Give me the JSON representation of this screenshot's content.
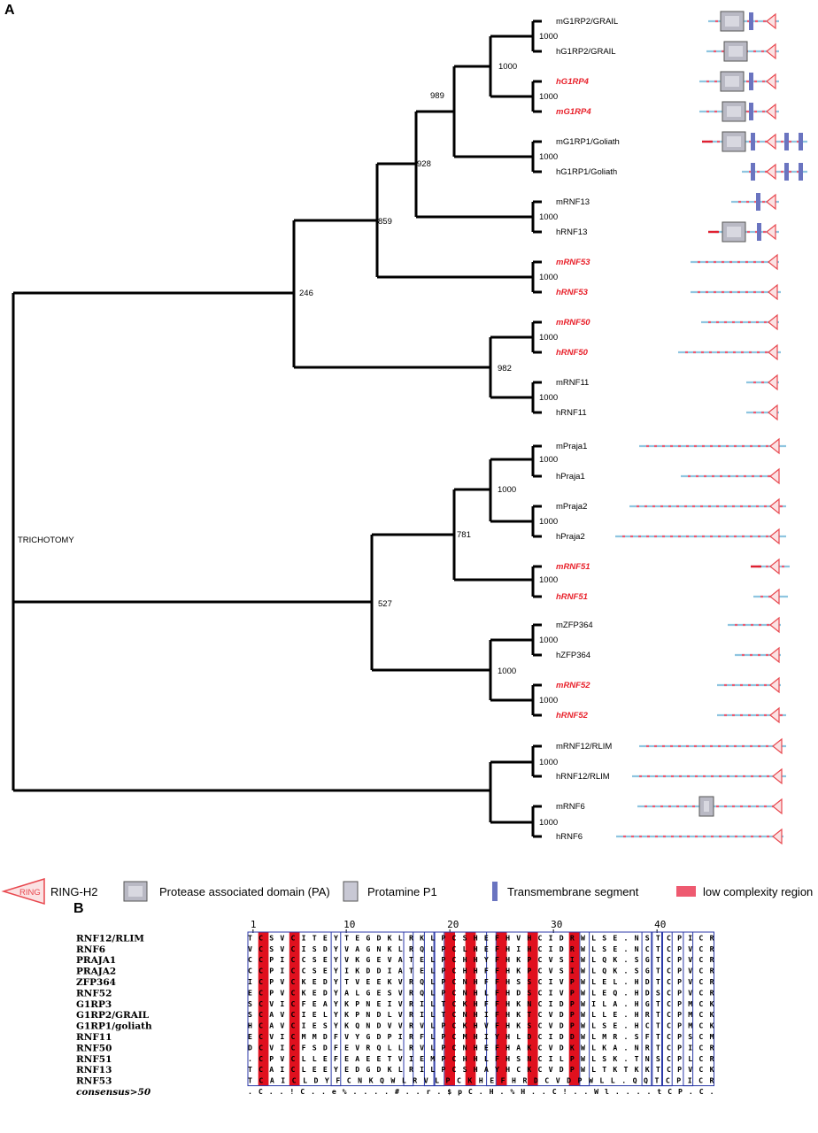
{
  "panels": {
    "a": "A",
    "b": "B"
  },
  "tree": {
    "trichotomy": "TRICHOTOMY",
    "leaves": [
      {
        "label": "mG1RP2/GRAIL",
        "highlight": false
      },
      {
        "label": "hG1RP2/GRAIL",
        "highlight": false
      },
      {
        "label": "hG1RP4",
        "highlight": true
      },
      {
        "label": "mG1RP4",
        "highlight": true
      },
      {
        "label": "mG1RP1/Goliath",
        "highlight": false
      },
      {
        "label": "hG1RP1/Goliath",
        "highlight": false
      },
      {
        "label": "mRNF13",
        "highlight": false
      },
      {
        "label": "hRNF13",
        "highlight": false
      },
      {
        "label": "mRNF53",
        "highlight": true
      },
      {
        "label": "hRNF53",
        "highlight": true
      },
      {
        "label": "mRNF50",
        "highlight": true
      },
      {
        "label": "hRNF50",
        "highlight": true
      },
      {
        "label": "mRNF11",
        "highlight": false
      },
      {
        "label": "hRNF11",
        "highlight": false
      },
      {
        "label": "mPraja1",
        "highlight": false
      },
      {
        "label": "hPraja1",
        "highlight": false
      },
      {
        "label": "mPraja2",
        "highlight": false
      },
      {
        "label": "hPraja2",
        "highlight": false
      },
      {
        "label": "mRNF51",
        "highlight": true
      },
      {
        "label": "hRNF51",
        "highlight": true
      },
      {
        "label": "mZFP364",
        "highlight": false
      },
      {
        "label": "hZFP364",
        "highlight": false
      },
      {
        "label": "mRNF52",
        "highlight": true
      },
      {
        "label": "hRNF52",
        "highlight": true
      },
      {
        "label": "mRNF12/RLIM",
        "highlight": false
      },
      {
        "label": "hRNF12/RLIM",
        "highlight": false
      },
      {
        "label": "mRNF6",
        "highlight": false
      },
      {
        "label": "hRNF6",
        "highlight": false
      }
    ],
    "bootstrap": [
      "1000",
      "1000",
      "1000",
      "989",
      "1000",
      "928",
      "1000",
      "859",
      "1000",
      "246",
      "1000",
      "1000",
      "982",
      "1000",
      "1000",
      "1000",
      "781",
      "1000",
      "1000",
      "1000",
      "527",
      "1000",
      "1000",
      "1000"
    ],
    "colors": {
      "highlight": "#e8202a",
      "branch": "#000000"
    }
  },
  "legend": {
    "ring_badge": "RING",
    "items": [
      {
        "label": "RING-H2"
      },
      {
        "label": "Protease associated domain (PA)"
      },
      {
        "label": "Protamine P1"
      },
      {
        "label": "Transmembrane  segment"
      },
      {
        "label": "low complexity region"
      }
    ],
    "colors": {
      "ring": "#e8484f",
      "tm": "#6a74c0",
      "lowcomplexity": "#ee5a70",
      "line": "#8ec5e0",
      "pa": "#8a8a98"
    }
  },
  "alignment": {
    "ruler": [
      "1",
      "10",
      "20",
      "30",
      "40"
    ],
    "ruler_positions": [
      1,
      10,
      20,
      30,
      40
    ],
    "sequences": [
      {
        "name": "RNF12/RLIM",
        "seq": "TCSVCITEYTEGDKLRKLPCSHEFHVHCIDRWLSE.NSTCPICR"
      },
      {
        "name": "RNF6",
        "seq": "VCSVCISDYVAGNKLRQLPCLHEFHIHCIDRWLSE.NCTCPVCR"
      },
      {
        "name": "PRAJA1",
        "seq": "CCPICCSEYVKGEVATELPCHHYFHKPCVSIWLQK.SGTCPVCR"
      },
      {
        "name": "PRAJA2",
        "seq": "CCPICCSEYIKDDIATELPCHHFFHKPCVSIWLQK.SGTCPVCR"
      },
      {
        "name": "ZFP364",
        "seq": "ICPVCKEDYTVEEKVRQLPCNHFFHSSCIVPWLEL.HDTCPVCR"
      },
      {
        "name": "RNF52",
        "seq": "ECPVCKEDYALGESVRQLPCNHLFHDSCIVPWLEQ.HDSCPVCR"
      },
      {
        "name": "G1RP3",
        "seq": "SCVICFEAYKPNEIVRILTCKHFFHKNCIDPWILA.HGTCPMCK"
      },
      {
        "name": "G1RP2/GRAIL",
        "seq": "SCAVCIELYKPNDLVRILTCNHIFHKTCVDPWLLE.HRTCPMCK"
      },
      {
        "name": "G1RP1/goliath",
        "seq": "HCAVCIESYKQNDVVRVLPCKHVFHKSCVDPWLSE.HCTCPMCK"
      },
      {
        "name": "RNF11",
        "seq": "ECVICMMDFVYGDPIRFLPCMHIYHLDCIDDWLMR.SFTCPSCM"
      },
      {
        "name": "RNF50",
        "seq": "DCVICFSDFEVRQLLRVLPCNHEFHAKCVDKWLKA.NRTCPICR"
      },
      {
        "name": "RNF51",
        "seq": ".CPVCLLEFEAEETVIEMPCHHLFHSNCILPWLSK.TNSCPLCR"
      },
      {
        "name": "RNF13",
        "seq": "TCAICLEEYEDGDKLRILPCSHAYHCKCVDPWLTKTKKTCPVCK"
      },
      {
        "name": "RNF53",
        "seq": "TCAICLDYFCNKQWLRVLPCKHEFHRDCVDPWLL.QQTCPICR"
      }
    ],
    "consensus_name": "consensus>50",
    "consensus_seq": ".C..!C..e%....#..r.$pC.H.%H..C!..Wl....tCP.C."
  }
}
